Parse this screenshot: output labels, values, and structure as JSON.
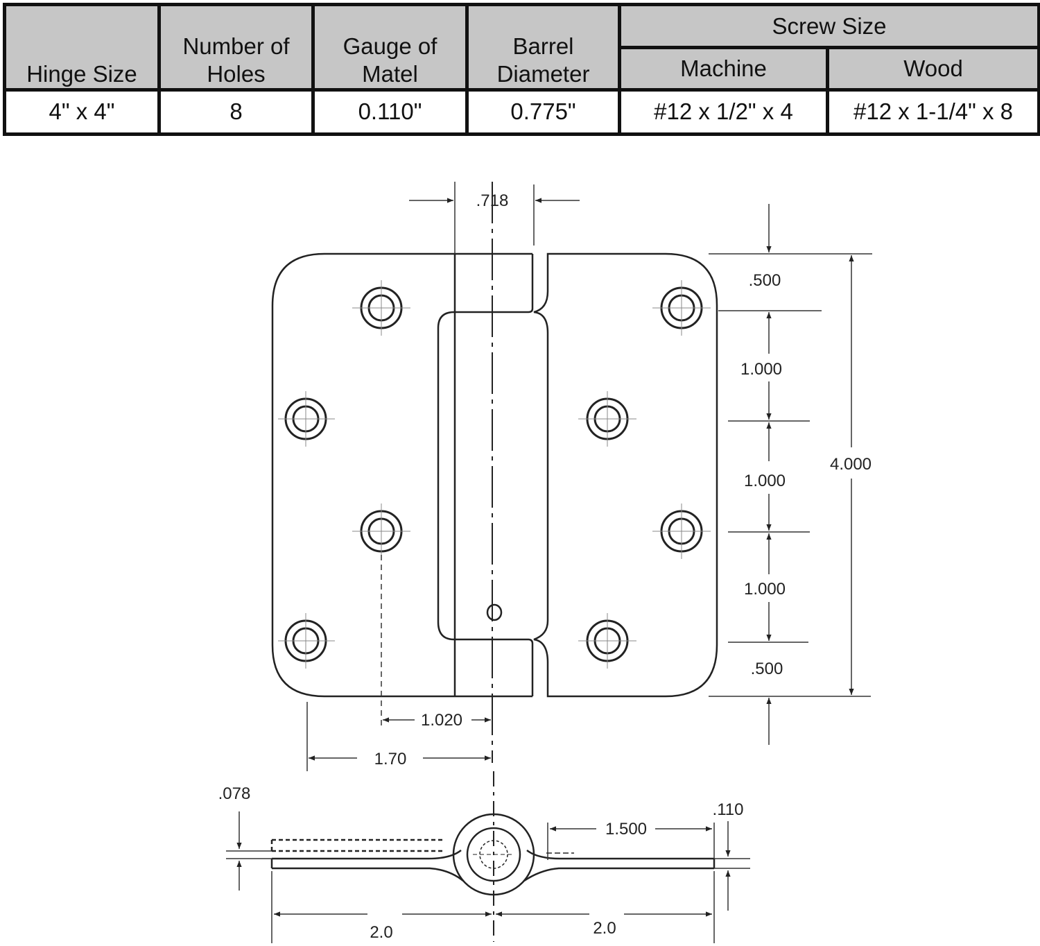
{
  "table": {
    "headers": {
      "hinge_size": "Hinge Size",
      "holes_l1": "Number of",
      "holes_l2": "Holes",
      "gauge_l1": "Gauge of",
      "gauge_l2": "Matel",
      "barrel_l1": "Barrel",
      "barrel_l2": "Diameter",
      "screw_size": "Screw Size",
      "machine": "Machine",
      "wood": "Wood"
    },
    "row": {
      "hinge_size": "4\" x 4\"",
      "holes": "8",
      "gauge": "0.110\"",
      "barrel": "0.775\"",
      "machine": "#12 x 1/2\" x 4",
      "wood": "#12 x 1-1/4\" x 8"
    }
  },
  "drawing": {
    "dim_barrel_width": ".718",
    "dim_top_edge": ".500",
    "dim_spacing_1": "1.000",
    "dim_spacing_2": "1.000",
    "dim_spacing_3": "1.000",
    "dim_bottom_edge": ".500",
    "dim_height": "4.000",
    "dim_hole_offset": "1.020",
    "dim_hole_offset_outer": "1.70",
    "dim_thickness_left": ".078",
    "dim_thickness_right": ".110",
    "dim_leaf_right": "1.500",
    "dim_width_left": "2.0",
    "dim_width_right": "2.0"
  }
}
